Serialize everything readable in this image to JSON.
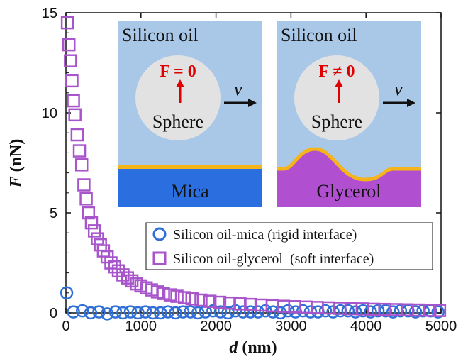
{
  "chart_data": {
    "type": "scatter",
    "xlabel_var": "d",
    "xlabel_unit": "(nm)",
    "ylabel_var": "F",
    "ylabel_unit": "(nN)",
    "xlim": [
      0,
      5000
    ],
    "ylim": [
      0,
      15
    ],
    "x_ticks": [
      "0",
      "1000",
      "2000",
      "3000",
      "4000",
      "5000"
    ],
    "y_ticks": [
      "0",
      "5",
      "10",
      "15"
    ],
    "grid": false,
    "legend_position": "center-right",
    "series": [
      {
        "name": "Silicon oil-mica (rigid interface)",
        "marker": "circle",
        "color": "#2f6fd6",
        "x": [
          10,
          100,
          220,
          330,
          440,
          550,
          660,
          760,
          860,
          960,
          1060,
          1160,
          1260,
          1360,
          1460,
          1560,
          1660,
          1760,
          1860,
          1960,
          2060,
          2160,
          2260,
          2360,
          2460,
          2560,
          2660,
          2760,
          2860,
          2960,
          3060,
          3160,
          3260,
          3360,
          3460,
          3560,
          3660,
          3760,
          3860,
          3960,
          4060,
          4160,
          4260,
          4360,
          4460,
          4560,
          4660,
          4760,
          4860,
          4960
        ],
        "y": [
          1.0,
          0.05,
          0.1,
          0.0,
          0.05,
          -0.05,
          0.05,
          0.0,
          0.05,
          0.0,
          0.05,
          0.0,
          0.0,
          0.05,
          0.0,
          0.05,
          0.05,
          0.0,
          0.05,
          0.1,
          0.05,
          0.0,
          0.1,
          0.05,
          0.05,
          0.05,
          0.1,
          0.05,
          0.0,
          0.1,
          0.05,
          0.1,
          0.05,
          0.05,
          0.1,
          0.05,
          0.1,
          0.1,
          0.05,
          0.1,
          0.05,
          0.1,
          0.1,
          0.05,
          0.1,
          0.1,
          0.05,
          0.1,
          0.1,
          0.05
        ]
      },
      {
        "name": "Silicon oil-glycerol  (soft interface)",
        "marker": "square",
        "color": "#a855cc",
        "x": [
          20,
          40,
          60,
          80,
          100,
          120,
          150,
          180,
          210,
          240,
          270,
          300,
          340,
          380,
          420,
          460,
          500,
          550,
          600,
          650,
          700,
          760,
          820,
          880,
          940,
          1000,
          1070,
          1140,
          1220,
          1300,
          1390,
          1480,
          1580,
          1680,
          1800,
          1920,
          2050,
          2180,
          2320,
          2460,
          2600,
          2750,
          2900,
          3050,
          3200,
          3350,
          3500,
          3650,
          3800,
          3950,
          4100,
          4250,
          4400,
          4550,
          4700,
          4850,
          4980
        ],
        "y": [
          14.5,
          13.4,
          12.6,
          11.6,
          10.6,
          9.9,
          8.9,
          8.1,
          7.4,
          6.4,
          5.7,
          5.0,
          4.5,
          4.1,
          3.7,
          3.4,
          3.1,
          2.8,
          2.5,
          2.3,
          2.1,
          1.9,
          1.75,
          1.6,
          1.45,
          1.35,
          1.25,
          1.15,
          1.05,
          0.97,
          0.9,
          0.83,
          0.76,
          0.7,
          0.64,
          0.58,
          0.53,
          0.49,
          0.45,
          0.42,
          0.39,
          0.36,
          0.33,
          0.31,
          0.29,
          0.27,
          0.25,
          0.23,
          0.21,
          0.2,
          0.18,
          0.17,
          0.16,
          0.15,
          0.14,
          0.13,
          0.12
        ]
      }
    ],
    "insets": [
      {
        "fluid": "Silicon oil",
        "force": "F = 0",
        "velocity": "v",
        "sphere": "Sphere",
        "substrate": "Mica",
        "substrate_color": "#2a6ee0",
        "fluid_color": "#a9c8e8",
        "interface_color": "#f4b41a"
      },
      {
        "fluid": "Silicon oil",
        "force": "F ≠ 0",
        "velocity": "v",
        "sphere": "Sphere",
        "substrate": "Glycerol",
        "substrate_color": "#b04fd0",
        "fluid_color": "#a9c8e8",
        "interface_color": "#f4b41a"
      }
    ]
  }
}
